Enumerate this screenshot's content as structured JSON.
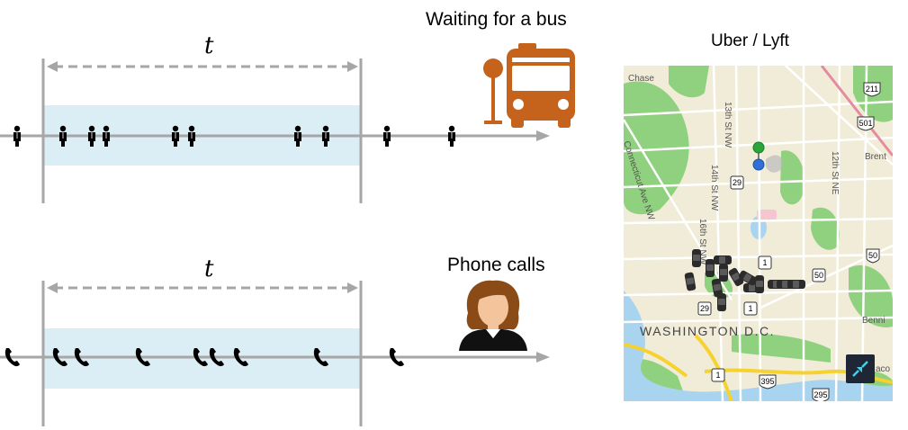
{
  "top_panel": {
    "title": "Waiting for a bus",
    "interval_label": "t",
    "icon": "bus-icon",
    "arrival_icon": "person-icon",
    "arrivals": [
      19,
      70,
      102,
      118,
      195,
      213,
      331,
      362,
      430,
      502
    ]
  },
  "bottom_panel": {
    "title": "Phone calls",
    "interval_label": "t",
    "icon": "operator-icon",
    "arrival_icon": "phone-icon",
    "arrivals": [
      15,
      68,
      92,
      160,
      224,
      242,
      269,
      358,
      442
    ]
  },
  "map_panel": {
    "title": "Uber / Lyft",
    "city_label": "WASHINGTON D.C.",
    "street_labels": [
      "Chase",
      "13th St NW",
      "14th St NW",
      "16th St NW",
      "12th St NE",
      "Brent",
      "Connecticut Ave NW",
      "Benni",
      "aco"
    ],
    "road_shields": [
      "211",
      "501",
      "29",
      "1",
      "50",
      "50",
      "29",
      "1",
      "1",
      "395",
      "295"
    ],
    "vehicle_icon": "car-icon",
    "pin_icons": [
      "green-pin-icon",
      "blue-pin-icon"
    ],
    "collapse_icon": "collapse-arrows-icon",
    "colors": {
      "land": "#f1ecd7",
      "park": "#8fd17e",
      "water": "#a9d4f0",
      "highway": "#f5d230",
      "road": "#ffffff"
    }
  }
}
